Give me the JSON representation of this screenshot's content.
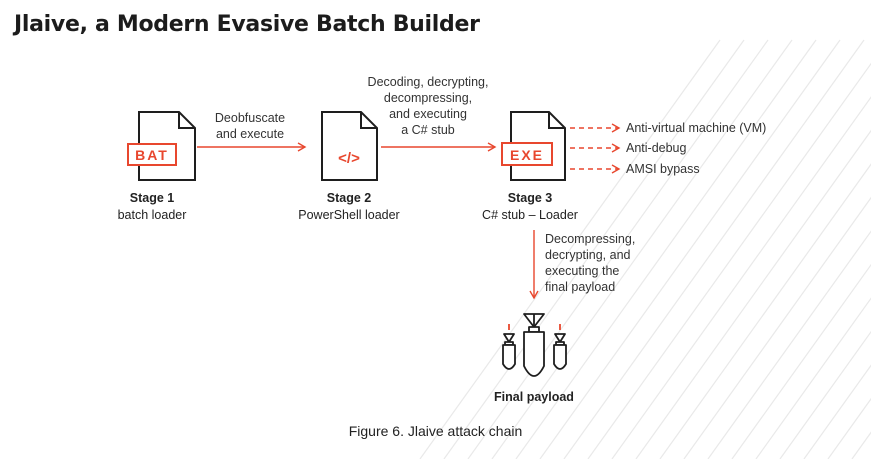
{
  "title": "Jlaive, a Modern Evasive Batch Builder",
  "accent_color": "#e8472e",
  "icon_color": "#1e1e1e",
  "stage1": {
    "name": "Stage 1",
    "desc": "batch loader",
    "icon_text": "BAT",
    "icon": "batch-file-icon"
  },
  "stage2": {
    "name": "Stage 2",
    "desc": "PowerShell loader",
    "icon_text": "</>",
    "icon": "code-file-icon"
  },
  "stage3": {
    "name": "Stage 3",
    "desc": "C# stub – Loader",
    "icon_text": "EXE",
    "icon": "exe-file-icon"
  },
  "edge1": [
    "Deobfuscate",
    "and execute"
  ],
  "edge2": [
    "Decoding, decrypting,",
    "decompressing,",
    "and executing",
    "a C# stub"
  ],
  "features": [
    "Anti-virtual machine (VM)",
    "Anti-debug",
    "AMSI bypass"
  ],
  "edge3": [
    "Decompressing,",
    "decrypting, and",
    "executing the",
    "final payload"
  ],
  "final": {
    "name": "Final payload",
    "icon": "bombs-icon"
  },
  "caption": "Figure 6. Jlaive attack chain"
}
